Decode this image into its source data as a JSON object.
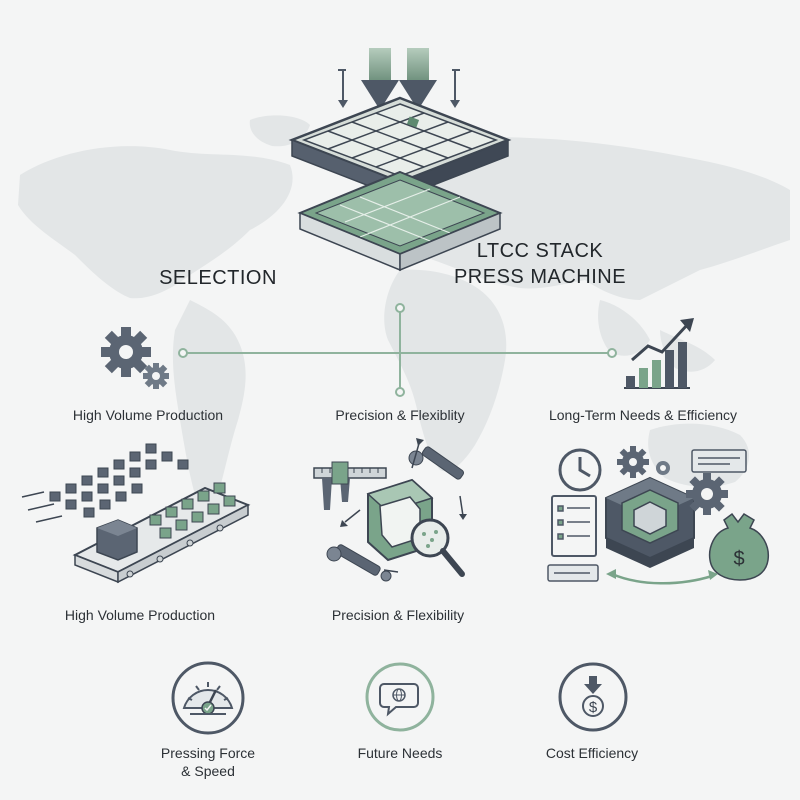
{
  "title": {
    "line1": "LTCC STACK",
    "line2": "PRESS MACHINE"
  },
  "selection_label": "SELECTION",
  "top_row": {
    "left_label": "High Volume Production",
    "center_label": "Precision & Flexiblity",
    "right_label": "Long-Term Needs & Efficiency"
  },
  "middle_row": {
    "left_label": "High Volume Production",
    "center_label": "Precision & Flexibility"
  },
  "bottom_row": {
    "left_label_line1": "Pressing Force",
    "left_label_line2": "& Speed",
    "center_label": "Future Needs",
    "right_label": "Cost Efficiency"
  },
  "icons": {
    "press": "stack-press-icon",
    "gears": "gears-icon",
    "growth": "growth-chart-icon",
    "conveyor": "conveyor-icon",
    "precision": "precision-tools-icon",
    "efficiency": "efficiency-cycle-icon",
    "gauge": "gauge-icon",
    "globe_bubble": "globe-bubble-icon",
    "dollar_down": "dollar-down-icon"
  },
  "colors": {
    "accent": "#6f9a80",
    "slate": "#4e5866",
    "line": "#8fb39d"
  }
}
